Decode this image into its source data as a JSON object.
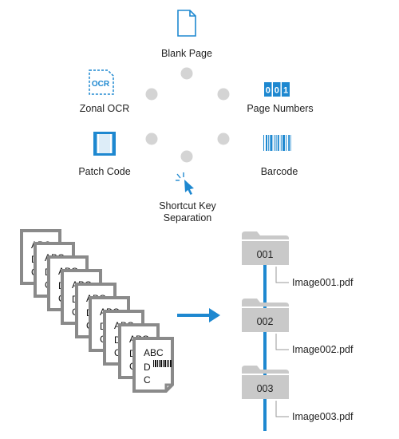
{
  "colors": {
    "accent": "#1e88d0",
    "dot": "#d4d4d4",
    "folder": "#c9c9c9",
    "page_border": "#8a8a8a",
    "text": "#222222"
  },
  "methods": [
    {
      "label": "Blank Page",
      "icon": "blank-page-icon"
    },
    {
      "label": "Page Numbers",
      "icon": "page-numbers-icon",
      "icon_text": "001"
    },
    {
      "label": "Barcode",
      "icon": "barcode-icon"
    },
    {
      "label": "Shortcut Key Separation",
      "icon": "cursor-click-icon"
    },
    {
      "label": "Patch Code",
      "icon": "patch-code-icon"
    },
    {
      "label": "Zonal OCR",
      "icon": "zonal-ocr-icon",
      "icon_text": "OCR"
    }
  ],
  "document_text": {
    "line1": "ABC",
    "line2": "D",
    "line3": "C"
  },
  "folders": [
    {
      "number": "001",
      "file": "Image001.pdf"
    },
    {
      "number": "002",
      "file": "Image002.pdf"
    },
    {
      "number": "003",
      "file": "Image003.pdf"
    }
  ],
  "arrow_icon": "right-arrow-icon"
}
